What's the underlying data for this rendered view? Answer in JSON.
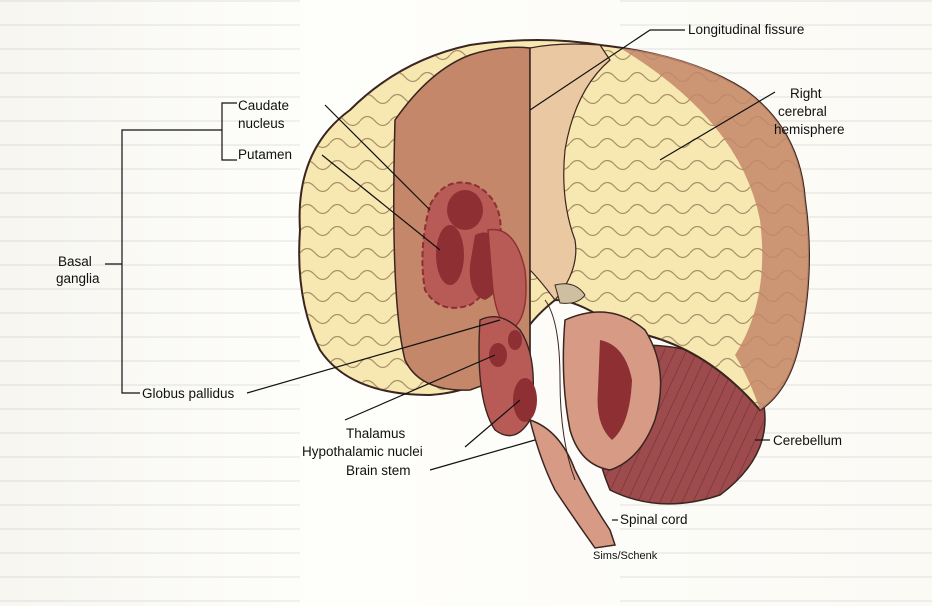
{
  "labels": {
    "longitudinal_fissure": "Longitudinal fissure",
    "right_cerebral_hemisphere": [
      "Right",
      "cerebral",
      "hemisphere"
    ],
    "caudate_nucleus": [
      "Caudate",
      "nucleus"
    ],
    "putamen": "Putamen",
    "basal_ganglia": [
      "Basal",
      "ganglia"
    ],
    "globus_pallidus": "Globus pallidus",
    "thalamus": "Thalamus",
    "hypothalamic_nuclei": "Hypothalamic nuclei",
    "brain_stem": "Brain stem",
    "cerebellum": "Cerebellum",
    "spinal_cord": "Spinal cord",
    "credit": "Sims/Schenk"
  },
  "colors": {
    "cortex": "#f7e7b0",
    "cut_surface": "#c4876a",
    "nuclei_light": "#b85a55",
    "nuclei_dark": "#8e2f33",
    "cerebellum": "#9e4b4e",
    "brainstem": "#d79a85",
    "outline": "#3a2520"
  }
}
